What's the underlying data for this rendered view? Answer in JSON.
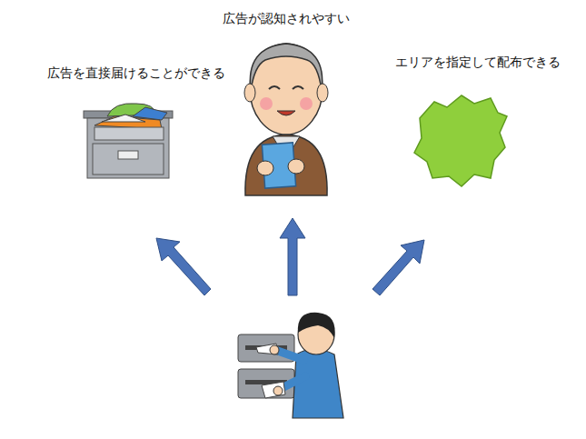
{
  "diagram": {
    "labels": [
      "広告が認知されやすい",
      "広告を直接届けることができる",
      "エリアを指定して配布できる"
    ]
  }
}
